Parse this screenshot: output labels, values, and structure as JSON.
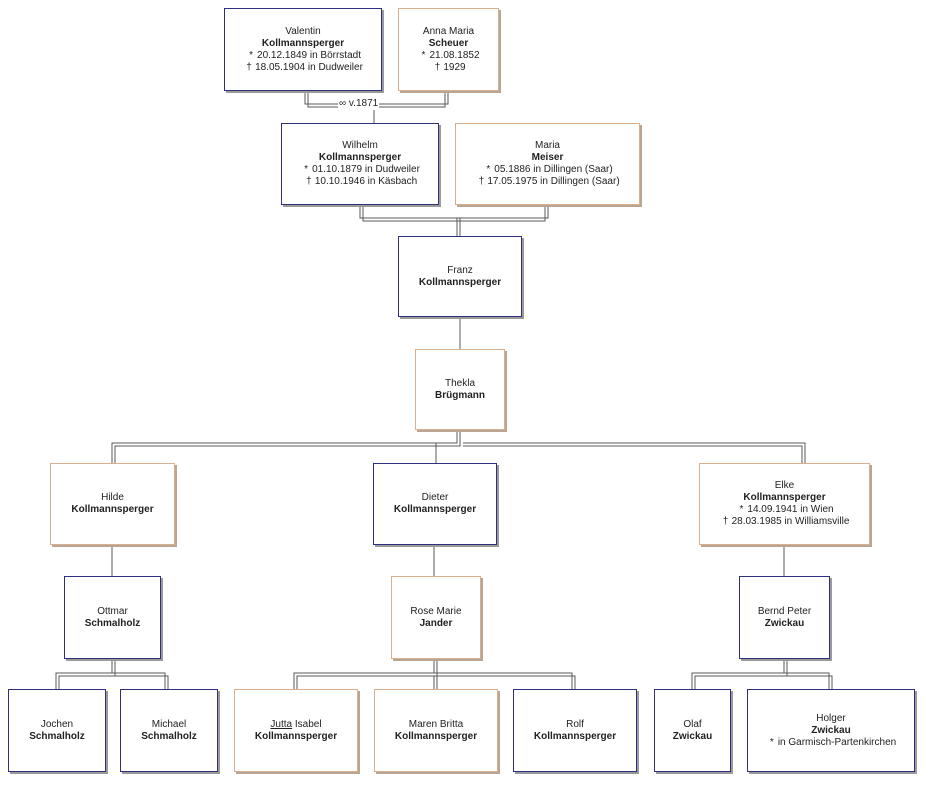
{
  "persons": {
    "valentin": {
      "given": "Valentin",
      "surname": "Kollmannsperger",
      "birth": "20.12.1849 in Börrstadt",
      "death": "18.05.1904 in Dudweiler"
    },
    "anna": {
      "given": "Anna Maria",
      "surname": "Scheuer",
      "birth": "21.08.1852",
      "death": "1929"
    },
    "wilhelm": {
      "given": "Wilhelm",
      "surname": "Kollmannsperger",
      "birth": "01.10.1879 in Dudweiler",
      "death": "10.10.1946 in Käsbach"
    },
    "maria": {
      "given": "Maria",
      "surname": "Meiser",
      "birth": "05.1886 in Dillingen (Saar)",
      "death": "17.05.1975 in Dillingen (Saar)"
    },
    "franz": {
      "given": "Franz",
      "surname": "Kollmannsperger"
    },
    "thekla": {
      "given": "Thekla",
      "surname": "Brügmann"
    },
    "hilde": {
      "given": "Hilde",
      "surname": "Kollmannsperger"
    },
    "dieter": {
      "given": "Dieter",
      "surname": "Kollmannsperger"
    },
    "elke": {
      "given": "Elke",
      "surname": "Kollmannsperger",
      "birth": "14.09.1941 in Wien",
      "death": "28.03.1985 in Williamsville"
    },
    "ottmar": {
      "given": "Ottmar",
      "surname": "Schmalholz"
    },
    "rosemarie": {
      "given": "Rose Marie",
      "surname": "Jander"
    },
    "berndpeter": {
      "given": "Bernd Peter",
      "surname": "Zwickau"
    },
    "jochen": {
      "given": "Jochen",
      "surname": "Schmalholz"
    },
    "michael": {
      "given": "Michael",
      "surname": "Schmalholz"
    },
    "jutta": {
      "given_underlined": "Jutta",
      "given_rest": "Isabel",
      "surname": "Kollmannsperger"
    },
    "maren": {
      "given": "Maren Britta",
      "surname": "Kollmannsperger"
    },
    "rolf": {
      "given": "Rolf",
      "surname": "Kollmannsperger"
    },
    "olaf": {
      "given": "Olaf",
      "surname": "Zwickau"
    },
    "holger": {
      "given": "Holger",
      "surname": "Zwickau",
      "birth": "in Garmisch-Partenkirchen"
    }
  },
  "marriage": {
    "symbol": "∞",
    "label": "v.1871"
  },
  "symbols": {
    "birth": "*",
    "death": "†"
  },
  "colors": {
    "male_border": "#2f2f7f",
    "female_border": "#d9b08d",
    "connector": "#555555"
  }
}
